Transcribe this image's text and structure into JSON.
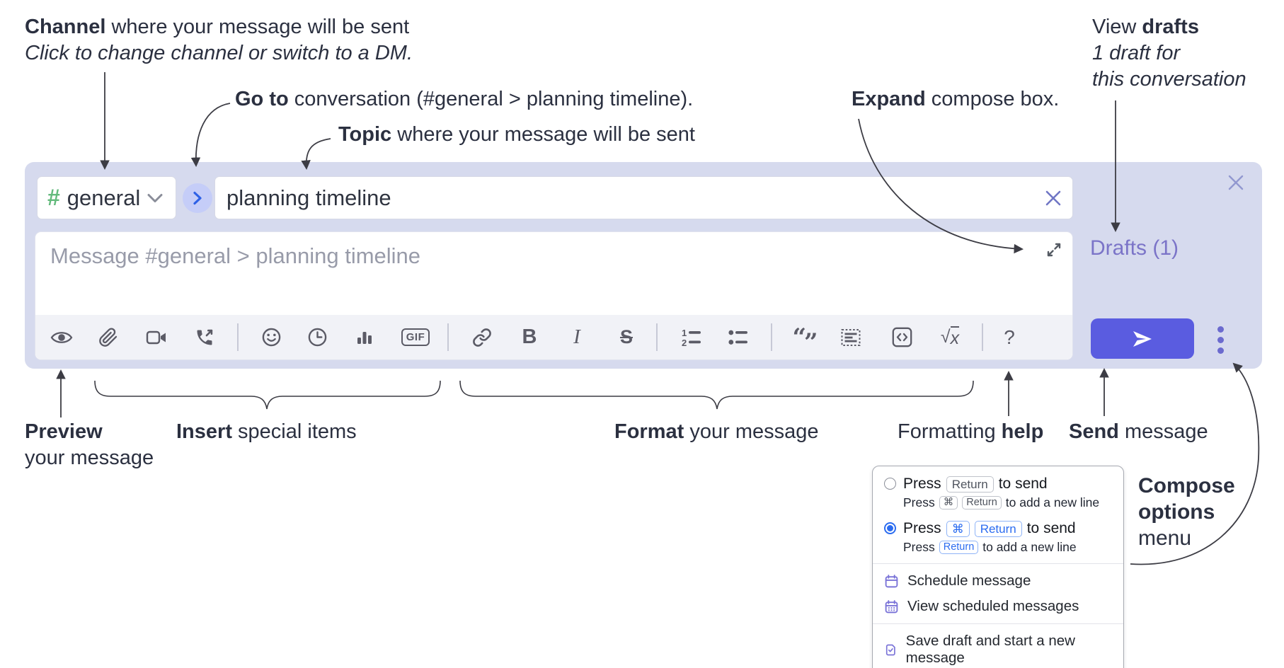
{
  "annotations": {
    "channel": {
      "lead": "Channel",
      "rest": " where your message will be sent",
      "line2": "Click to change channel or switch to a DM."
    },
    "go_to": {
      "lead": "Go to",
      "rest": " conversation (#general > planning timeline)."
    },
    "topic": {
      "lead": "Topic",
      "rest": " where your message will be sent"
    },
    "expand": {
      "lead": "Expand",
      "rest": " compose box."
    },
    "view_drafts": {
      "line1_lead": "View ",
      "line1_bold": "drafts",
      "line2": "1 draft for",
      "line3": "this conversation"
    },
    "preview": {
      "lead": "Preview",
      "line2": "your message"
    },
    "insert": {
      "lead": "Insert",
      "rest": " special items"
    },
    "format": {
      "lead": "Format",
      "rest": " your message"
    },
    "formatting_help": {
      "lead": "Formatting ",
      "bold": "help"
    },
    "send": {
      "lead": "Send",
      "rest": " message"
    },
    "compose_options": {
      "line1": "Compose",
      "line2": "options",
      "line3": "menu"
    }
  },
  "compose_box": {
    "channel_selector": {
      "hash": "#",
      "name": "general"
    },
    "topic_input": {
      "value": "planning timeline"
    },
    "message_input": {
      "placeholder": "Message #general > planning timeline"
    },
    "drafts_link": "Drafts (1)",
    "toolbar": {
      "gif": "GIF",
      "bold": "B",
      "italic": "I",
      "strike": "S",
      "math_radical": "√",
      "math_radicand": "x",
      "help": "?",
      "quote_open": "“",
      "quote_close": "”",
      "icons": [
        "preview-eye",
        "attach-paperclip",
        "video-call",
        "audio-call",
        "emoji",
        "time",
        "poll",
        "gif",
        "link",
        "bold",
        "italic",
        "strikethrough",
        "numbered-list",
        "bulleted-list",
        "quote",
        "spoiler",
        "code",
        "math",
        "help"
      ]
    }
  },
  "popup": {
    "options": [
      {
        "selected": false,
        "press": "Press",
        "keys_main": [
          "Return"
        ],
        "after": "to send",
        "sub_press": "Press",
        "sub_keys": [
          "⌘",
          "Return"
        ],
        "sub_after": "to add a new line"
      },
      {
        "selected": true,
        "press": "Press",
        "keys_main": [
          "⌘",
          "Return"
        ],
        "after": "to send",
        "sub_press": "Press",
        "sub_keys": [
          "Return"
        ],
        "sub_after": "to add a new line"
      }
    ],
    "items": [
      {
        "label": "Schedule message"
      },
      {
        "label": "View scheduled messages"
      },
      {
        "label": "Save draft and start a new message"
      }
    ]
  },
  "colors": {
    "panel": "#d6daee",
    "send_button": "#5a5ce0",
    "drafts_link": "#7b74c8",
    "hash_green": "#63ba7c",
    "radio_blue": "#2b6cf0",
    "popup_icon_purple": "#7b74d8",
    "toolbar_icon": "#5b5b66",
    "annotation_text": "#2b3040"
  }
}
